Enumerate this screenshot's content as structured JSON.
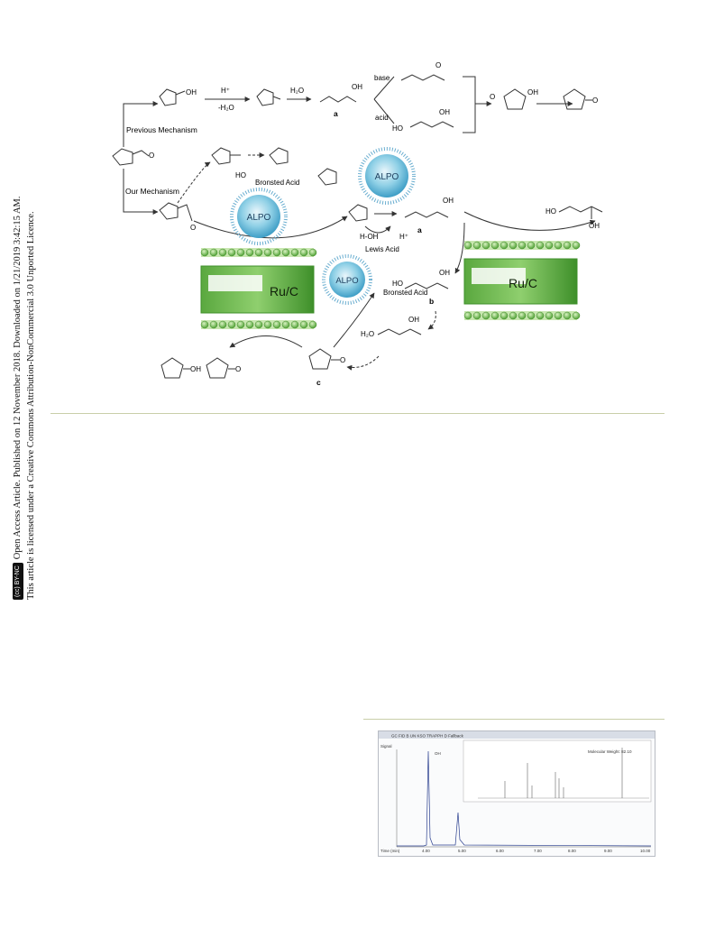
{
  "margin_note": {
    "line1": "Open Access Article. Published on 12 November 2018. Downloaded on 1/21/2019 3:42:15 AM.",
    "line2": "This article is licensed under a Creative Commons Attribution-NonCommercial 3.0 Unported Licence.",
    "badge": "(cc) BY-NC"
  },
  "scheme": {
    "previous_mechanism": "Previous Mechanism",
    "our_mechanism": "Our Mechanism",
    "h_plus": "H⁺",
    "minus_h2o": "-H₂O",
    "h2o": "H₂O",
    "base": "base",
    "acid": "acid",
    "bronsted_acid_1": "Bronsted Acid",
    "bronsted_acid_2": "Bronsted Acid",
    "lewis_acid": "Lewis Acid",
    "h_oh": "H-OH",
    "h_plus_2": "H⁺",
    "alpo": "ALPO",
    "ruc": "Ru/C",
    "oh": "OH",
    "ho": "HO",
    "o": "O",
    "h2o_plus": "H₂O",
    "label_a1": "a",
    "label_a2": "a",
    "label_b": "b",
    "label_c": "c"
  },
  "gc": {
    "title": "GC  FID  B  UN  KSO  TRAPPH  D  Fallback",
    "y_label": "Signal",
    "x_label": "Time (min)",
    "x_ticks": [
      "4.00",
      "5.00",
      "6.00",
      "7.00",
      "8.00",
      "9.00",
      "10.00"
    ],
    "inset_annotation": "Molecular Weight: 82.10",
    "peak_label": "OH"
  }
}
